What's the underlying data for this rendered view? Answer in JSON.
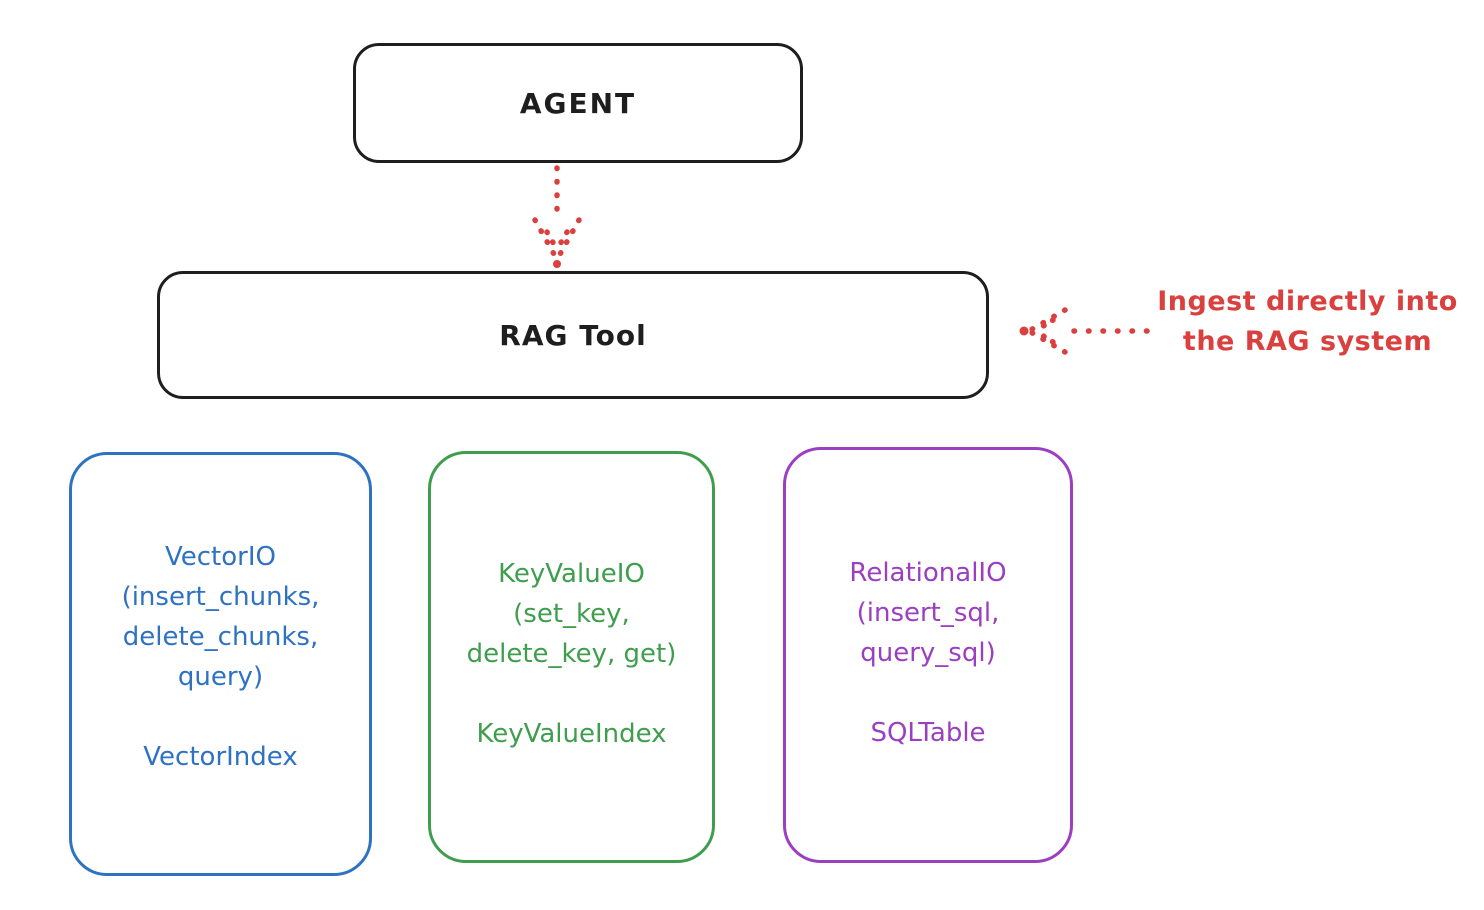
{
  "diagram": {
    "agent": {
      "label": "AGENT"
    },
    "rag_tool": {
      "label": "RAG Tool"
    },
    "annotation": {
      "line1": "Ingest directly into",
      "line2": "the RAG system",
      "color": "#d9403e"
    },
    "icons": {
      "agent_to_rag": "dotted-arrow-down",
      "annotation_pointer": "dotted-arrow-left"
    },
    "colors": {
      "stroke": "#1e1e1e",
      "arrow": "#d9403e",
      "background": "#ffffff"
    },
    "boxes": [
      {
        "id": "vector-io",
        "color": "#2f72c2",
        "lines": [
          "VectorIO",
          "(insert_chunks,",
          "delete_chunks,",
          "query)"
        ],
        "index_label": "VectorIndex"
      },
      {
        "id": "keyvalue-io",
        "color": "#3f9e4d",
        "lines": [
          "KeyValueIO",
          "(set_key,",
          "delete_key, get)"
        ],
        "index_label": "KeyValueIndex"
      },
      {
        "id": "relational-io",
        "color": "#9b3fc0",
        "lines": [
          "RelationalIO",
          "(insert_sql,",
          "query_sql)"
        ],
        "index_label": "SQLTable"
      }
    ]
  }
}
